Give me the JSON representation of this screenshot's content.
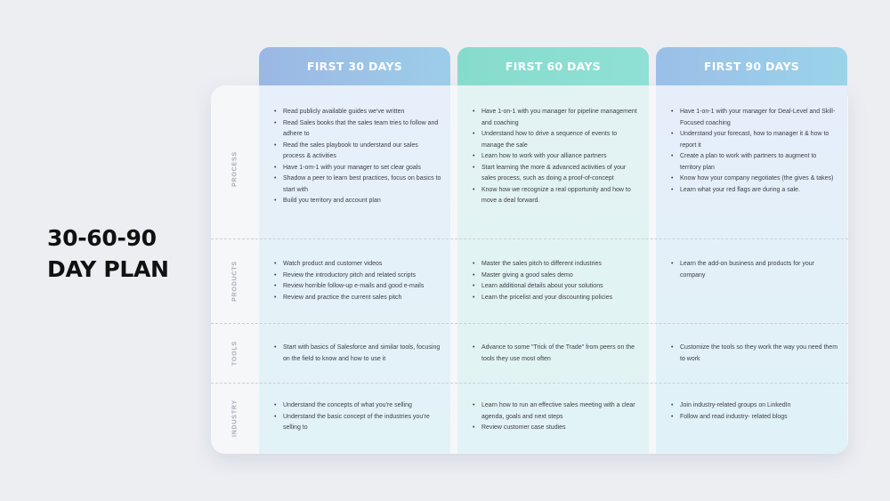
{
  "title": {
    "line1": "30-60-90",
    "line2": "DAY PLAN"
  },
  "columns": [
    {
      "label": "FIRST 30 DAYS"
    },
    {
      "label": "FIRST 60 DAYS"
    },
    {
      "label": "FIRST 90 DAYS"
    }
  ],
  "rows": [
    {
      "label": "PROCESS"
    },
    {
      "label": "PRODUCTS"
    },
    {
      "label": "TOOLS"
    },
    {
      "label": "INDUSTRY"
    }
  ],
  "cells": {
    "process": [
      [
        "Read publicly available guides we've written",
        "Read Sales books that the sales team tries to follow and adhere to",
        "Read the sales playbook to understand our sales process & activities",
        "Have 1-om-1 with your manager to set clear goals",
        "Shadow a peer to learn best practices, focus on basics to start with",
        "Build you territory and account plan"
      ],
      [
        "Have 1-on-1 with you manager for pipeline management and coaching",
        "Understand how to drive a sequence of events to manage the sale",
        "Learn how to work with your alliance partners",
        "Start learning the more & advanced activities of your sales process, such as doing a proof-of-concept",
        "Know how we recognize a real opportunity and how to move a deal forward."
      ],
      [
        "Have 1-on-1 with your manager for Deal-Level and Skill-Focused coaching",
        "Understand your forecast, how to manager it & how to report it",
        "Create a plan to work with partners to augment to territory plan",
        "Know how your company negotiates (the gives & takes)",
        "Learn what your red flags are during a sale."
      ]
    ],
    "products": [
      [
        "Watch product and customer videos",
        "Review the introductory pitch and related scripts",
        "Review horrible follow-up e-mails and good e-mails",
        "Review and practice the current sales pitch"
      ],
      [
        "Master the sales pitch to different industries",
        "Master giving a good sales demo",
        "Learn additional details about your solutions",
        "Learn the pricelist and your discounting policies"
      ],
      [
        "Learn the add-on business and products for your company"
      ]
    ],
    "tools": [
      [
        "Start with basics of Salesforce and similar tools, focusing on the field to know and how to use it"
      ],
      [
        "Advance to some \"Trick of the Trade\" from peers on the tools they use most often"
      ],
      [
        "Customize the tools so they work the way you need them to work"
      ]
    ],
    "industry": [
      [
        "Understand the concepts of what you're selling",
        "Understand the basic concept of the industries you're selling to"
      ],
      [
        "Learn how to run an effective sales meeting with a clear agenda, goals and next steps",
        "Review customer case studies"
      ],
      [
        "Join industry-related groups on LinkedIn",
        "Follow and read industry- related blogs"
      ]
    ]
  }
}
